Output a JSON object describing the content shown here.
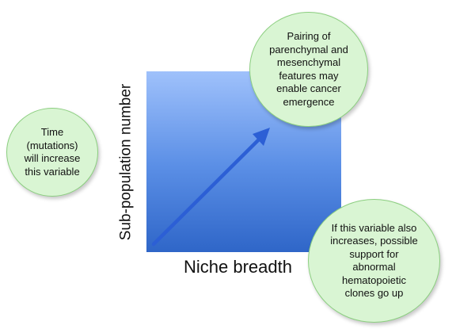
{
  "axes": {
    "x_label": "Niche breadth",
    "y_label": "Sub-population number"
  },
  "callouts": {
    "time": "Time\n(mutations)\nwill increase\nthis variable",
    "pairing": "Pairing of\nparenchymal and\nmesenchymal\nfeatures  may\nenable cancer\nemergence",
    "niche_breadth": "If this variable also\nincreases, possible\nsupport for\nabnormal\nhematopoietic\nclones go up"
  },
  "colors": {
    "gradient_top": "#9fc1fb",
    "gradient_bottom": "#2f66c8",
    "arrow": "#2c5fd5",
    "bubble_fill": "#d9f5d3",
    "bubble_border": "#8ccf80"
  }
}
